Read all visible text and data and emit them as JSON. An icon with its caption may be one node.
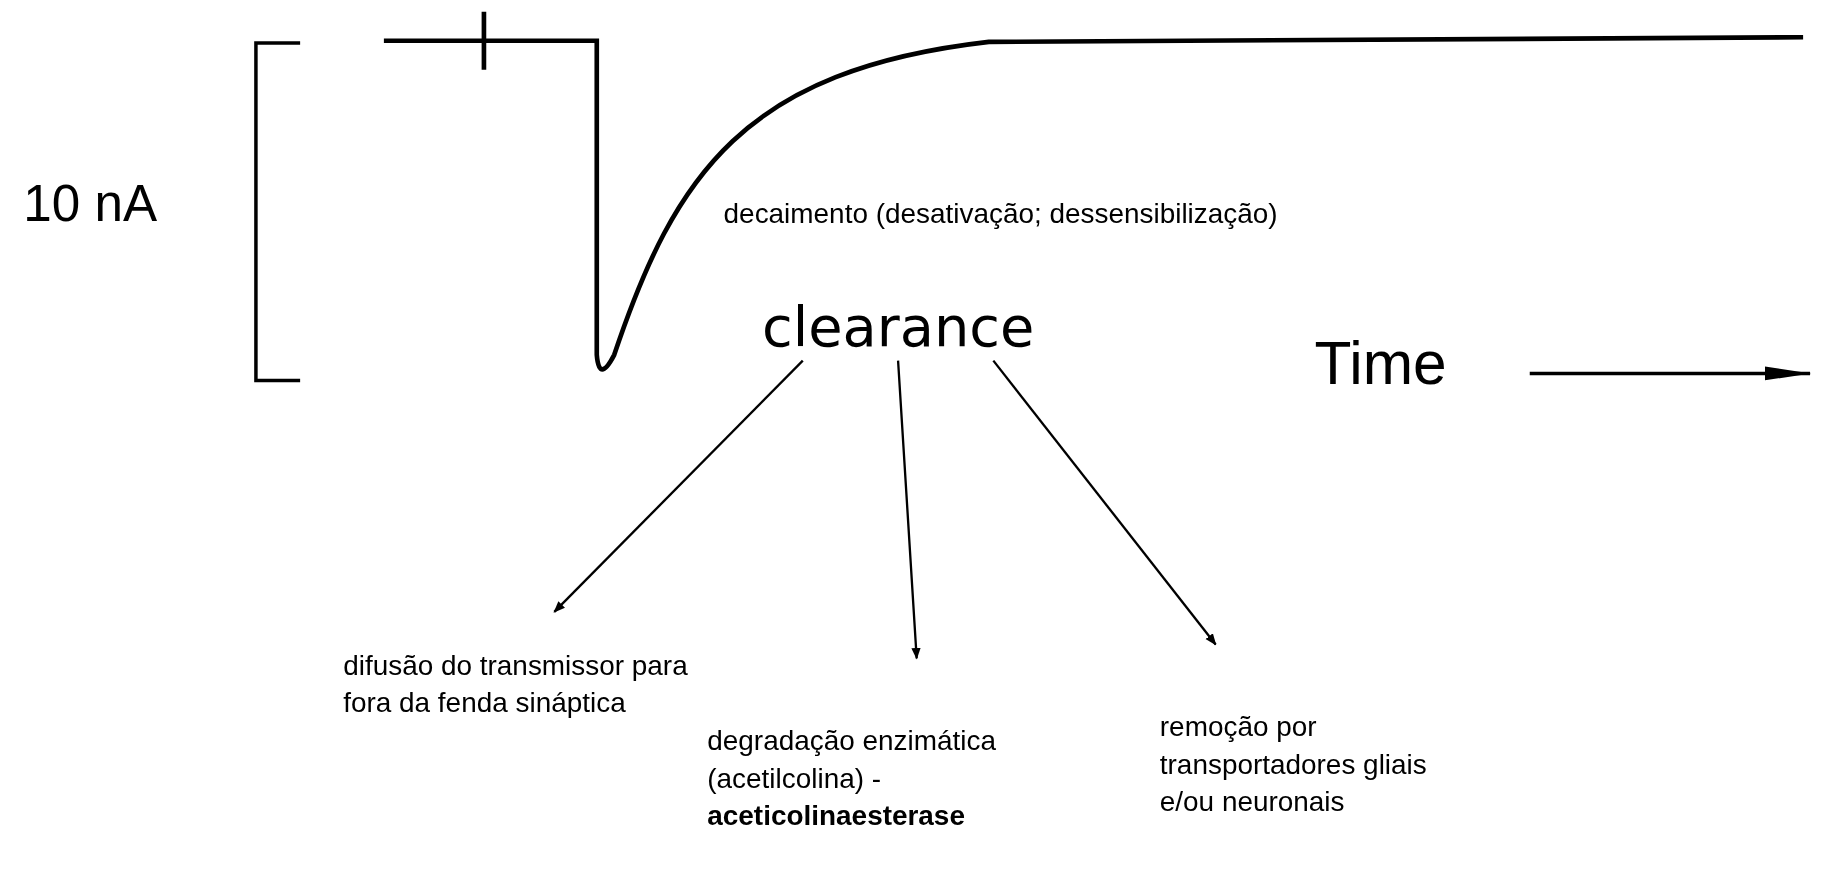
{
  "diagram": {
    "nodes": [
      {
        "text": [
          "clearance"
        ]
      },
      {
        "text": [
          "difusão do transmissor para fora da fenda sináptica"
        ]
      },
      {
        "text": [
          "degradação enzimática (acetilcolina) - **aceticolinaesterase**"
        ]
      },
      {
        "text": [
          "remoção por transportadores gliais e/ou neuronais"
        ]
      }
    ],
    "edges": [
      {
        "from": 0,
        "to": 1,
        "arrow": "to"
      },
      {
        "from": 0,
        "to": 2,
        "arrow": "to"
      },
      {
        "from": 0,
        "to": 3,
        "arrow": "to"
      }
    ],
    "labels": [
      "10 nA",
      "decaimento (desativação; dessensibilização)",
      "Time"
    ]
  }
}
